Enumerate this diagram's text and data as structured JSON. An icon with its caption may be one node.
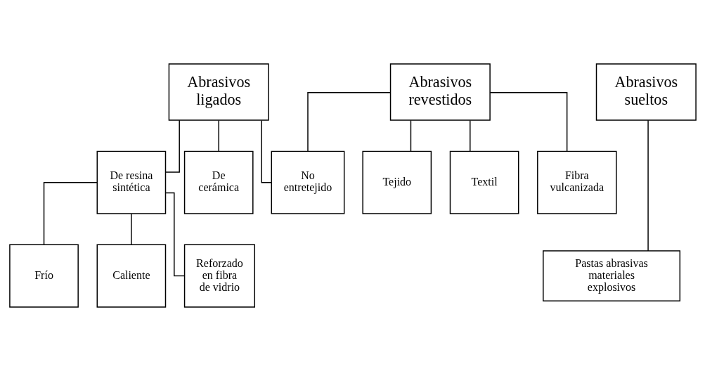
{
  "diagram": {
    "nodes": [
      {
        "text": [
          "Abrasivos ligados"
        ]
      },
      {
        "text": [
          "Abrasivos revestidos"
        ]
      },
      {
        "text": [
          "Abrasivos sueltos"
        ]
      },
      {
        "text": [
          "De resina sintética"
        ]
      },
      {
        "text": [
          "De cerámica"
        ]
      },
      {
        "text": [
          "No entretejido"
        ]
      },
      {
        "text": [
          "Tejido"
        ]
      },
      {
        "text": [
          "Textil"
        ]
      },
      {
        "text": [
          "Fibra vulcanizada"
        ]
      },
      {
        "text": [
          "Frío"
        ]
      },
      {
        "text": [
          "Caliente"
        ]
      },
      {
        "text": [
          "Reforzado en fibra de vidrio"
        ]
      },
      {
        "text": [
          "Pastas abrasivas materiales explosivos"
        ]
      }
    ],
    "edges": [
      {
        "from": 0,
        "to": 3,
        "arrow": "none"
      },
      {
        "from": 0,
        "to": 4,
        "arrow": "none"
      },
      {
        "from": 0,
        "to": 5,
        "arrow": "none"
      },
      {
        "from": 1,
        "to": 5,
        "arrow": "none"
      },
      {
        "from": 1,
        "to": 6,
        "arrow": "none"
      },
      {
        "from": 1,
        "to": 7,
        "arrow": "none"
      },
      {
        "from": 1,
        "to": 8,
        "arrow": "none"
      },
      {
        "from": 2,
        "to": 12,
        "arrow": "none"
      },
      {
        "from": 3,
        "to": 9,
        "arrow": "none"
      },
      {
        "from": 3,
        "to": 10,
        "arrow": "none"
      },
      {
        "from": 3,
        "to": 11,
        "arrow": "none"
      }
    ]
  }
}
